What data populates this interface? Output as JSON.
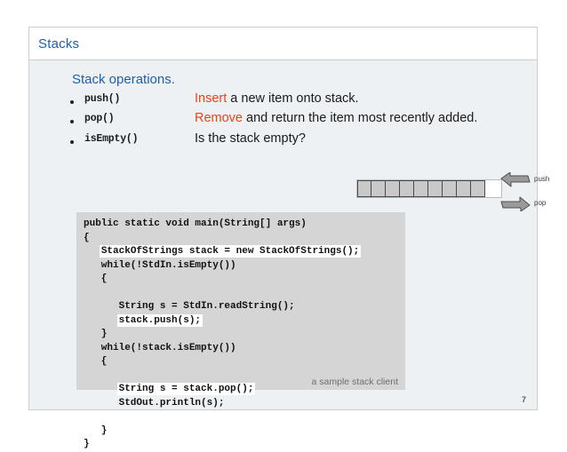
{
  "slide": {
    "title": "Stacks",
    "page_number": "7",
    "title_color": "#1f5fa9",
    "accent_red": "#f0401a",
    "body_background": "#eef1f4"
  },
  "content": {
    "heading": "Stack operations.",
    "operations": [
      {
        "api": "push()",
        "keyword": "Insert",
        "description": " a new item onto stack."
      },
      {
        "api": "pop()",
        "keyword": "Remove",
        "description": " and return the item most recently added."
      },
      {
        "api": "isEmpty()",
        "keyword": "",
        "description": "Is the stack empty?"
      }
    ]
  },
  "figure": {
    "filled_cells": 9,
    "empty_cells": 1,
    "push_label": "push",
    "pop_label": "pop"
  },
  "code": {
    "caption": "a sample stack client",
    "lines": [
      {
        "text": "public static void main(String[] args)",
        "highlight": false
      },
      {
        "text": "{",
        "highlight": false
      },
      {
        "text": "   StackOfStrings stack = new StackOfStrings();",
        "highlight": true
      },
      {
        "text": "   while(!StdIn.isEmpty())",
        "highlight": false
      },
      {
        "text": "   {",
        "highlight": false
      },
      {
        "text": "",
        "highlight": false
      },
      {
        "text": "      String s = StdIn.readString();",
        "highlight": false
      },
      {
        "text": "      stack.push(s);",
        "highlight": true
      },
      {
        "text": "   }",
        "highlight": false
      },
      {
        "text": "   while(!stack.isEmpty())",
        "highlight": false
      },
      {
        "text": "   {",
        "highlight": false
      },
      {
        "text": "",
        "highlight": false
      },
      {
        "text": "      String s = stack.pop();",
        "highlight": true
      },
      {
        "text": "      StdOut.println(s);",
        "highlight": false
      },
      {
        "text": "",
        "highlight": false
      },
      {
        "text": "   }",
        "highlight": false
      },
      {
        "text": "}",
        "highlight": false
      }
    ]
  }
}
